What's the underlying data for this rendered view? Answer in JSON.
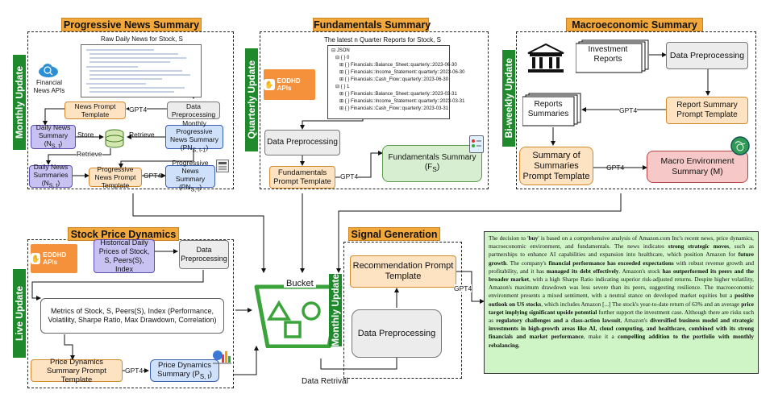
{
  "sections": {
    "progressive": {
      "title": "Progressive  News Summary",
      "cadence": "Monthly Update",
      "raw_title": "Raw Daily News for Stock, S",
      "source": "Financial News APIs",
      "data_preprocessing": "Data Preprocessing",
      "gpt4": "GPT4",
      "news_prompt": "News Prompt Template",
      "daily_summary": "Daily News Summary (N",
      "daily_summary_sub": "S, t",
      "store": "Store",
      "retrieve": "Retrieve",
      "monthly_prog": "Monthly Progressive News Summary (PN",
      "monthly_prog_sub": "S, t-1",
      "retrieve2": "Retrieve",
      "daily_summaries": "Daily News Summaries (N",
      "daily_summaries_sub": "S, t",
      "prog_prompt": "Progressive News Prompt Template",
      "gpt4b": "GPT4",
      "prog_summary": "Progressive News Summary (PN",
      "prog_summary_sub": "S, t"
    },
    "fundamentals": {
      "title": "Fundamentals Summary",
      "cadence": "Quarterly Update",
      "quarter_title": "The latest n Quarter Reports for Stock, S",
      "api": "EODHD APIs",
      "json_lines": [
        "⊟ JSON",
        "  ⊟ { } 0",
        "    ⊞ { } Financials::Balance_Sheet::quarterly::2023-06-30",
        "    ⊞ { } Financials::Income_Statement::quarterly::2023-06-30",
        "    ⊞ { } Financials::Cash_Flow::quarterly::2023-06-30",
        "  ⊟ { } 1",
        "    ⊞ { } Financials::Balance_Sheet::quarterly::2023-03-31",
        "    ⊞ { } Financials::Income_Statement::quarterly::2023-03-31",
        "    ⊞ { } Financials::Cash_Flow::quarterly::2023-03-31"
      ],
      "data_preprocessing": "Data Preprocessing",
      "prompt": "Fundamentals Prompt Template",
      "gpt4": "GPT4",
      "summary": "Fundamentals Summary (F",
      "summary_sub": "S"
    },
    "macro": {
      "title": "Macroeconomic Summary",
      "cadence": "Bi-weekly Update",
      "investment_reports": "Investment Reports",
      "data_preprocessing": "Data Preprocessing",
      "report_prompt": "Report Summary Prompt Template",
      "gpt4": "GPT4",
      "reports_summaries": "Reports Summaries",
      "summary_prompt": "Summary of Summaries Prompt Template",
      "gpt4b": "GPT4",
      "macro_env": "Macro Environment Summary (M)"
    },
    "stock": {
      "title": "Stock Price Dynamics",
      "cadence": "Live Update",
      "api": "EODHD APIs",
      "historical": "Historical Daily Prices of Stock, S, Peers(S), Index",
      "data_preprocessing": "Data Preprocessing",
      "metrics": "Metrics of  Stock, S, Peers(S), Index (Performance, Volatility, Sharpe Ratio, Max Drawdown, Correlation)",
      "prompt": "Price Dynamics Summary Prompt Template",
      "gpt4": "GPT4",
      "summary": "Price Dynamics Summary (P",
      "summary_sub": "S, t"
    },
    "signal": {
      "title": "Signal Generation",
      "cadence": "Monthly Update",
      "rec_prompt": "Recommendation Prompt Template",
      "data_preprocessing": "Data Preprocessing",
      "gpt4": "GPT4"
    }
  },
  "bucket_label": "Bucket",
  "data_retrieval": "Data Retrival",
  "output_text": [
    {
      "t": "The decision to '",
      "b": false
    },
    {
      "t": "buy",
      "b": true
    },
    {
      "t": "' is based on a comprehensive analysis of Amazon.com Inc's recent news, price dynamics, macroeconomic environment, and fundamentals. The news indicates ",
      "b": false
    },
    {
      "t": "strong strategic moves",
      "b": true
    },
    {
      "t": ", such as partnerships to enhance AI capabilities and expansion into healthcare, which position Amazon for ",
      "b": false
    },
    {
      "t": "future growth",
      "b": true
    },
    {
      "t": ". The company's ",
      "b": false
    },
    {
      "t": "financial performance has exceeded expectations",
      "b": true
    },
    {
      "t": " with robust revenue growth and profitability, and it has ",
      "b": false
    },
    {
      "t": "managed its debt effectively",
      "b": true
    },
    {
      "t": ". Amazon's stock ",
      "b": false
    },
    {
      "t": "has outperformed its peers and the broader market",
      "b": true
    },
    {
      "t": ", with a high Sharpe Ratio indicating superior risk-adjusted returns. Despite higher volatility, Amazon's maximum drawdown was less severe than its peers, suggesting resilience. The macroeconomic environment presents a mixed sentiment, with a neutral stance on developed market equities but a ",
      "b": false
    },
    {
      "t": "positive outlook on US stocks",
      "b": true
    },
    {
      "t": ", which includes Amazon [...] The stock's year-to-date return of 63% and an average ",
      "b": false
    },
    {
      "t": "price target implying significant upside potential",
      "b": true
    },
    {
      "t": " further support the investment case. Although there are risks such as ",
      "b": false
    },
    {
      "t": "regulatory challenges and a class-action lawsuit",
      "b": true
    },
    {
      "t": ", Amazon's ",
      "b": false
    },
    {
      "t": "diversified business model and strategic investments in high-growth areas like AI, cloud computing, and healthcare, combined with its strong financials and market performance",
      "b": true
    },
    {
      "t": ", make it a ",
      "b": false
    },
    {
      "t": "compelling addition to the portfolio with monthly rebalancing.",
      "b": true
    }
  ],
  "colors": {
    "accent_orange": "#f2a83a",
    "cadence_green": "#1e8a2c",
    "output_green": "#cff5c6",
    "bucket_green": "#3aa33a"
  },
  "icons": [
    "cloud-icon",
    "database-icon",
    "newspaper-icon",
    "bank-icon",
    "document-stack-icon",
    "globe-gear-icon",
    "checklist-icon",
    "chart-icon",
    "bucket-icon"
  ]
}
